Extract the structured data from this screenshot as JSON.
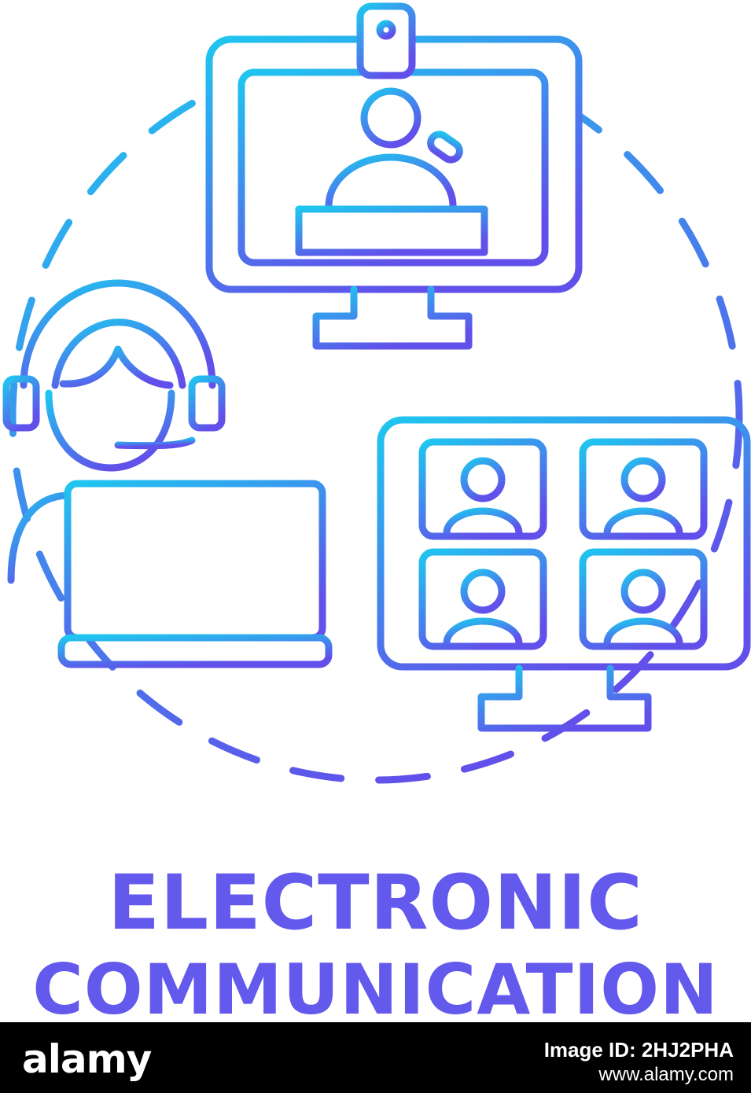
{
  "title": {
    "line1": "ELECTRONIC",
    "line2": "COMMUNICATION"
  },
  "colors": {
    "gradient_start": "#1fc6ef",
    "gradient_end": "#6150ea",
    "text": "#6359ec",
    "footer_bg": "#000000"
  },
  "icons": [
    "desktop-webcam-speaker-icon",
    "headset-operator-laptop-icon",
    "video-conference-grid-icon"
  ],
  "footer": {
    "logo": "alamy",
    "image_id": "Image ID: 2HJ2PHA",
    "url": "www.alamy.com"
  }
}
